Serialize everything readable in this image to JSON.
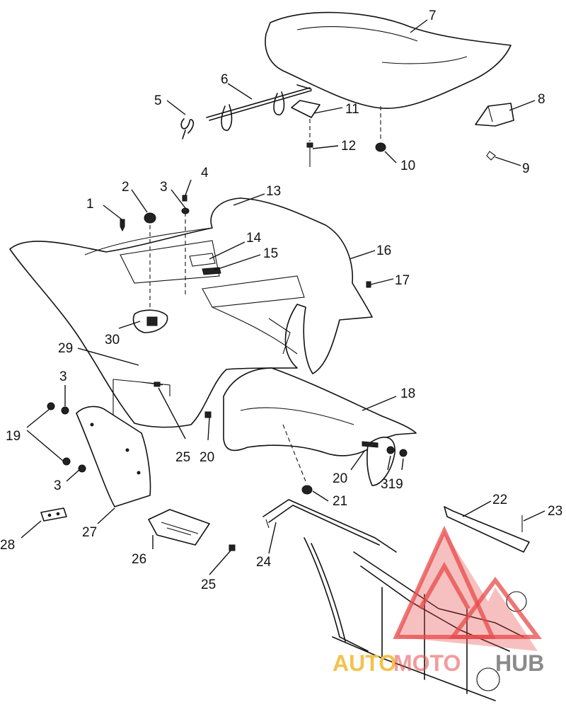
{
  "callouts": [
    {
      "id": "c1",
      "label": "1"
    },
    {
      "id": "c2",
      "label": "2"
    },
    {
      "id": "c3a",
      "label": "3"
    },
    {
      "id": "c4",
      "label": "4"
    },
    {
      "id": "c5",
      "label": "5"
    },
    {
      "id": "c6",
      "label": "6"
    },
    {
      "id": "c7",
      "label": "7"
    },
    {
      "id": "c8",
      "label": "8"
    },
    {
      "id": "c9",
      "label": "9"
    },
    {
      "id": "c10",
      "label": "10"
    },
    {
      "id": "c11",
      "label": "11"
    },
    {
      "id": "c12",
      "label": "12"
    },
    {
      "id": "c13",
      "label": "13"
    },
    {
      "id": "c14",
      "label": "14"
    },
    {
      "id": "c15",
      "label": "15"
    },
    {
      "id": "c16",
      "label": "16"
    },
    {
      "id": "c17",
      "label": "17"
    },
    {
      "id": "c18",
      "label": "18"
    },
    {
      "id": "c19a",
      "label": "19"
    },
    {
      "id": "c3b",
      "label": "3"
    },
    {
      "id": "c3c",
      "label": "3"
    },
    {
      "id": "c319",
      "label": "319"
    },
    {
      "id": "c20a",
      "label": "20"
    },
    {
      "id": "c20b",
      "label": "20"
    },
    {
      "id": "c21",
      "label": "21"
    },
    {
      "id": "c22",
      "label": "22"
    },
    {
      "id": "c23",
      "label": "23"
    },
    {
      "id": "c24",
      "label": "24"
    },
    {
      "id": "c25a",
      "label": "25"
    },
    {
      "id": "c25b",
      "label": "25"
    },
    {
      "id": "c26",
      "label": "26"
    },
    {
      "id": "c27",
      "label": "27"
    },
    {
      "id": "c28",
      "label": "28"
    },
    {
      "id": "c29",
      "label": "29"
    },
    {
      "id": "c30",
      "label": "30"
    }
  ],
  "watermark": {
    "part1": "AUTO",
    "part2": "MOTO",
    "part3": "HUB",
    "color_red": "#e84a4a",
    "color_gold": "#f2c24a",
    "color_gray": "#8a8a8a"
  }
}
